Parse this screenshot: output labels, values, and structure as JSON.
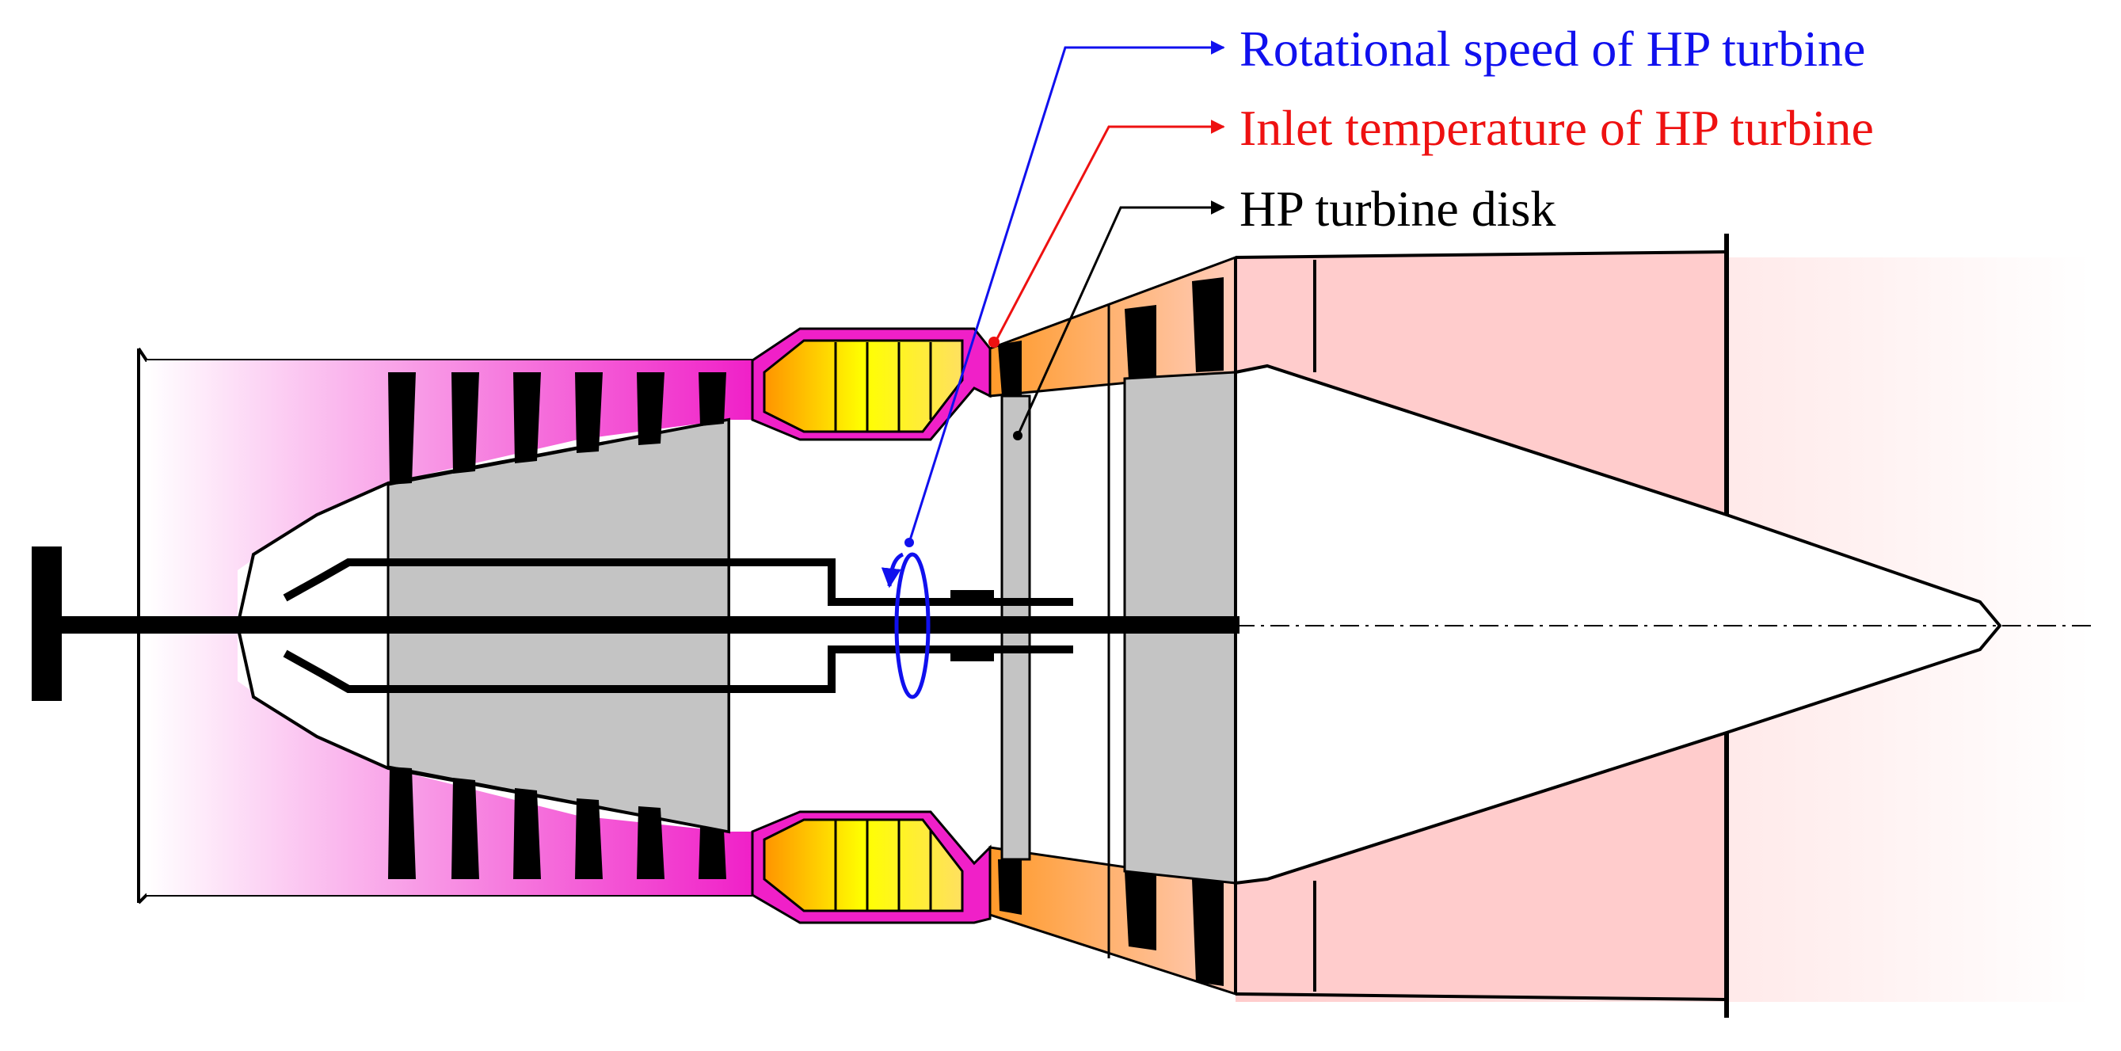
{
  "labels": {
    "rotational_speed": "Rotational speed of HP turbine",
    "inlet_temperature": "Inlet temperature of HP turbine",
    "turbine_disk": "HP turbine disk"
  },
  "colors": {
    "blue": "#1010ee",
    "red": "#ee1111",
    "black": "#000000",
    "gray": "#c4c4c4",
    "magenta": "#f020c8",
    "combustor_orange": "#ff9400",
    "combustor_yellow": "#ffff00",
    "turbine_orange": "#ff9a2a",
    "exhaust_pink": "#ffcccc"
  }
}
